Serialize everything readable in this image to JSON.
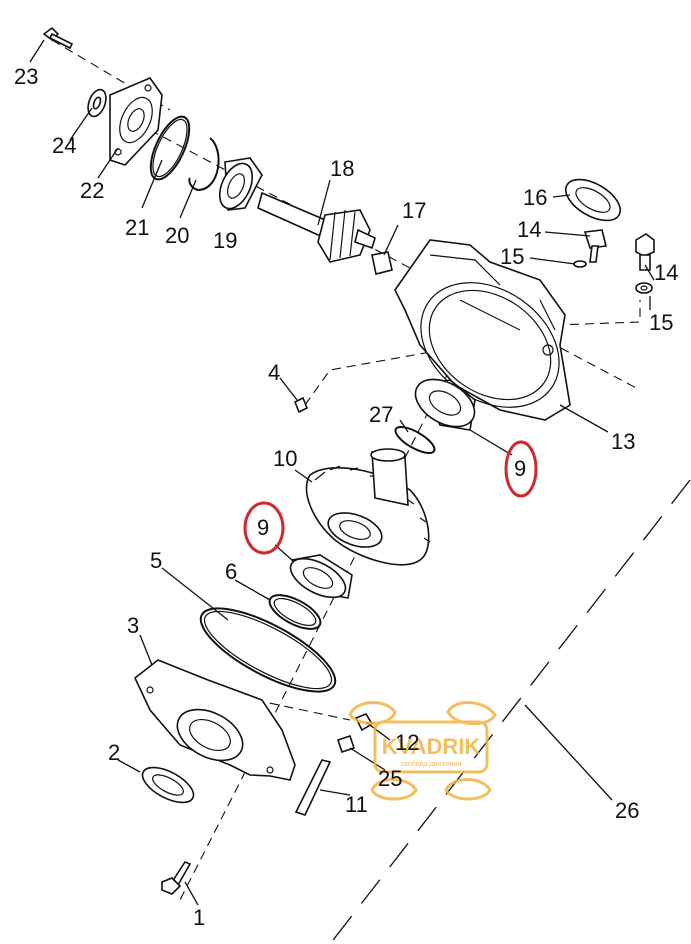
{
  "diagram": {
    "labels": [
      "23",
      "24",
      "22",
      "21",
      "20",
      "19",
      "18",
      "17",
      "16",
      "14",
      "15",
      "14",
      "15",
      "13",
      "4",
      "27",
      "9",
      "10",
      "9",
      "5",
      "6",
      "3",
      "2",
      "12",
      "25",
      "11",
      "26",
      "1"
    ],
    "highlight_color": "#d0282e",
    "watermark": {
      "brand": "KVADRIK",
      "tagline": "свобода движения",
      "color": "#f2b441"
    }
  }
}
